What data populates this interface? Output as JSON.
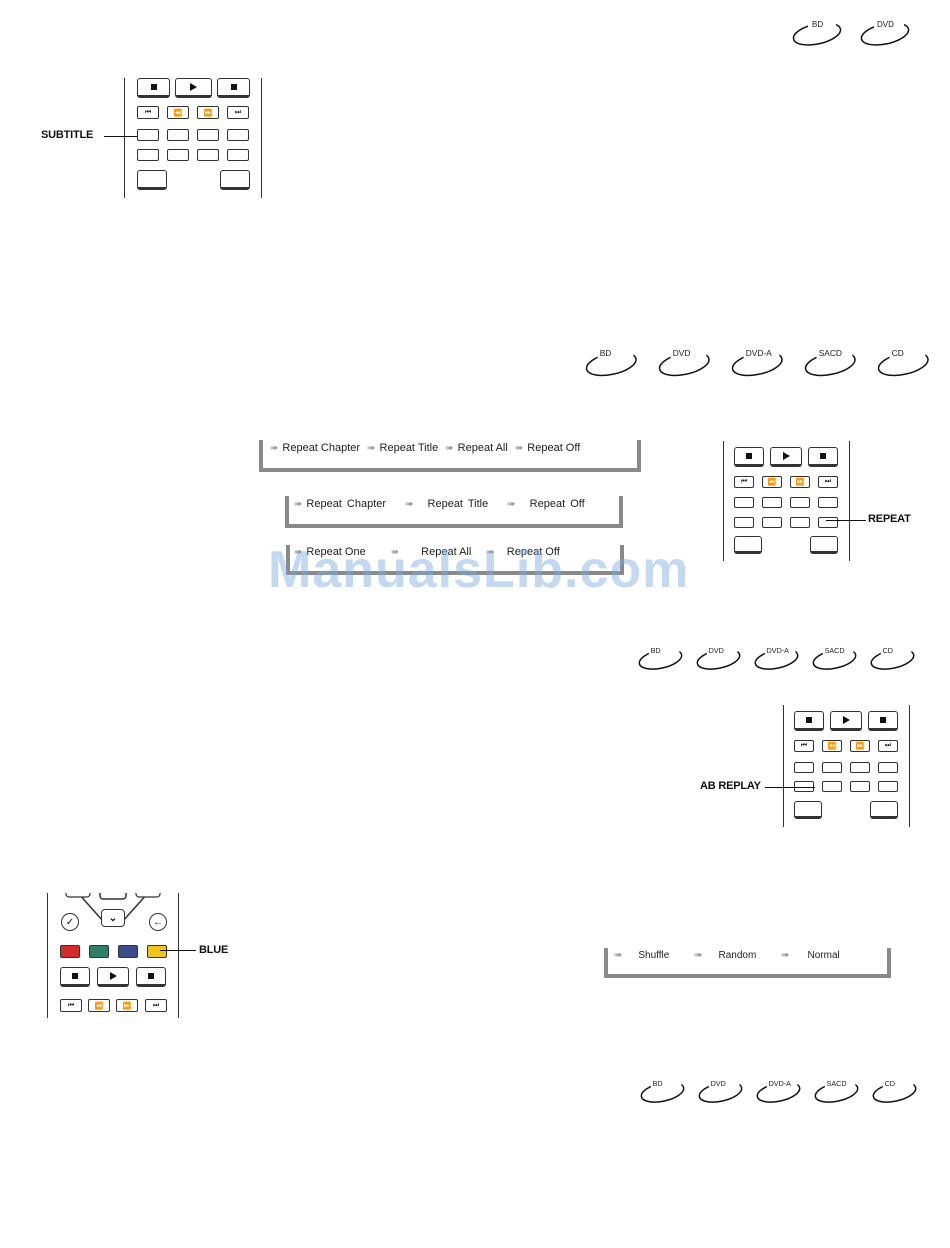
{
  "watermark": "ManualsLib.com",
  "colors": {
    "red": "#d42a2a",
    "green": "#2e7f66",
    "blue": "#3d4b8a",
    "yellow": "#f0c419",
    "frame": "#8a8a8a"
  },
  "section1": {
    "discs": [
      "BD",
      "DVD"
    ],
    "callout": "SUBTITLE"
  },
  "section2": {
    "discs": [
      "BD",
      "DVD",
      "DVD-A",
      "SACD",
      "CD"
    ],
    "callout": "REPEAT",
    "flows": [
      [
        "Repeat Chapter",
        "Repeat Title",
        "Repeat All",
        "Repeat Off"
      ],
      [
        "Repeat Chapter",
        "Repeat Title",
        "Repeat Off"
      ],
      [
        "Repeat One",
        "Repeat All",
        "Repeat Off"
      ]
    ]
  },
  "section3": {
    "discs": [
      "BD",
      "DVD",
      "DVD-A",
      "SACD",
      "CD"
    ],
    "callout": "AB REPLAY"
  },
  "section4": {
    "callout": "BLUE",
    "flow": [
      "Shuffle",
      "Random",
      "Normal"
    ]
  },
  "section5": {
    "discs": [
      "BD",
      "DVD",
      "DVD-A",
      "SACD",
      "CD"
    ]
  },
  "icons": {
    "arrow": "arrow-right-icon",
    "stop": "stop-icon",
    "play": "play-icon",
    "pause": "pause-icon"
  }
}
